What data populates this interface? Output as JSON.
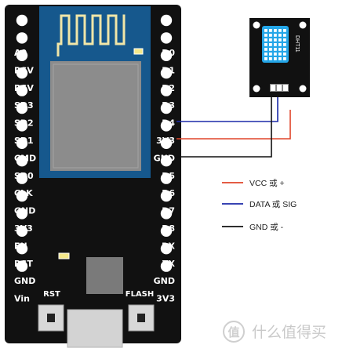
{
  "board": {
    "left_pins": [
      "A0",
      "RSV",
      "RSV",
      "SD3",
      "SD2",
      "SD1",
      "CMD",
      "SD0",
      "CLK",
      "GND",
      "3V3",
      "EN",
      "RST",
      "GND",
      "Vin"
    ],
    "right_pins": [
      "D0",
      "D1",
      "D2",
      "D3",
      "D4",
      "3V3",
      "GND",
      "D5",
      "D6",
      "D7",
      "D8",
      "RX",
      "TX",
      "GND",
      "3V3"
    ],
    "rst_label": "RST",
    "flash_label": "FLASH"
  },
  "sensor": {
    "label": "DHT11"
  },
  "legend": [
    {
      "label": "VCC 或 +",
      "color": "#e0452a"
    },
    {
      "label": "DATA 或 SIG",
      "color": "#1c2aa8"
    },
    {
      "label": "GND 或 -",
      "color": "#111111"
    }
  ],
  "colors": {
    "board": "#111111",
    "pad": "#ffffff",
    "module": "#16588d",
    "shield": "#8c8c8c",
    "sensor_body": "#24a6e8",
    "wire_vcc": "#e0452a",
    "wire_data": "#1c2aa8",
    "wire_gnd": "#111111"
  },
  "watermark": {
    "text": "什么值得买",
    "icon": "smzdm-logo-icon"
  }
}
